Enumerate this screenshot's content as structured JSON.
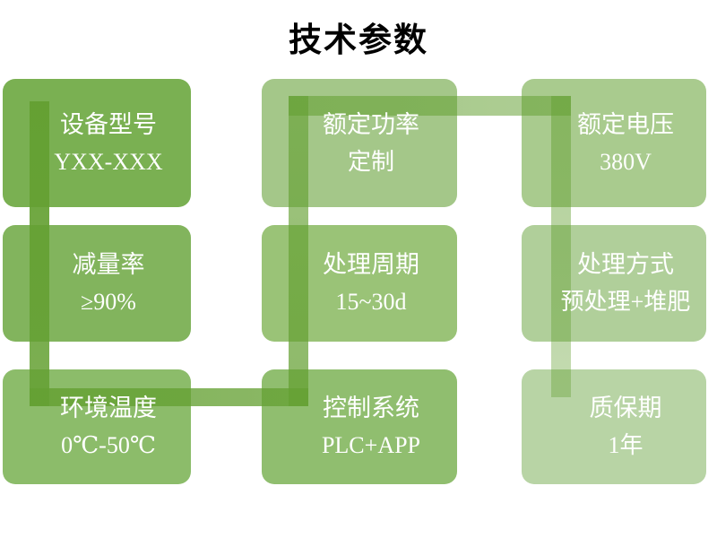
{
  "title": "技术参数",
  "colors": {
    "background": "#ffffff",
    "connector_accent": "#64a032",
    "text": "#ffffff",
    "title_text": "#000000"
  },
  "boxes": [
    {
      "name": "device-model",
      "label": "设备型号",
      "value": "YXX-XXX",
      "fill": "#7ab052"
    },
    {
      "name": "rated-power",
      "label": "额定功率",
      "value": "定制",
      "fill": "#a4c789"
    },
    {
      "name": "rated-voltage",
      "label": "额定电压",
      "value": "380V",
      "fill": "#a9cb8e"
    },
    {
      "name": "reduction-rate",
      "label": "减量率",
      "value": "≥90%",
      "fill": "#82b45d"
    },
    {
      "name": "processing-cycle",
      "label": "处理周期",
      "value": "15~30d",
      "fill": "#9ac377"
    },
    {
      "name": "processing-method",
      "label": "处理方式",
      "value": "预处理+堆肥",
      "fill": "#b0cf9a"
    },
    {
      "name": "ambient-temperature",
      "label": "环境温度",
      "value": "0℃-50℃",
      "fill": "#8cbc6a"
    },
    {
      "name": "control-system",
      "label": "控制系统",
      "value": "PLC+APP",
      "fill": "#90be6f"
    },
    {
      "name": "warranty-period",
      "label": "质保期",
      "value": "1年",
      "fill": "#b8d4a5"
    }
  ]
}
